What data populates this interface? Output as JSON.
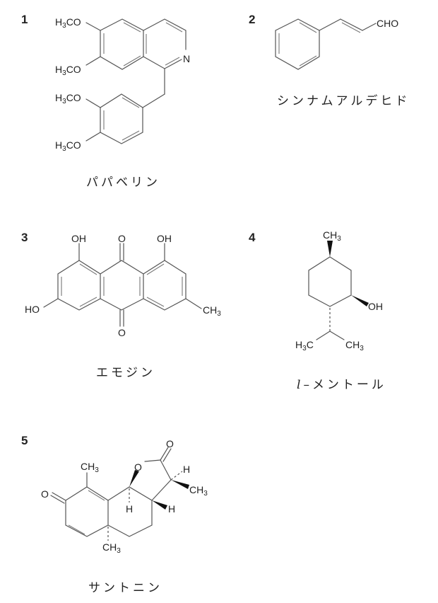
{
  "compounds": [
    {
      "number": "1",
      "name": "パパベリン",
      "groups": [
        "H3CO",
        "H3CO",
        "H3CO",
        "H3CO",
        "N"
      ]
    },
    {
      "number": "2",
      "name": "シンナムアルデヒド",
      "groups": [
        "CHO"
      ]
    },
    {
      "number": "3",
      "name": "エモジン",
      "groups": [
        "OH",
        "O",
        "OH",
        "HO",
        "CH3",
        "O"
      ]
    },
    {
      "number": "4",
      "name": "l-メントール",
      "name_prefix": "l",
      "name_rest": "–メントール",
      "groups": [
        "CH3",
        "OH",
        "H3C",
        "CH3"
      ]
    },
    {
      "number": "5",
      "name": "サントニン",
      "groups": [
        "O",
        "CH3",
        "O",
        "O",
        "H",
        "CH3",
        "H",
        "H",
        "CH3"
      ]
    }
  ]
}
